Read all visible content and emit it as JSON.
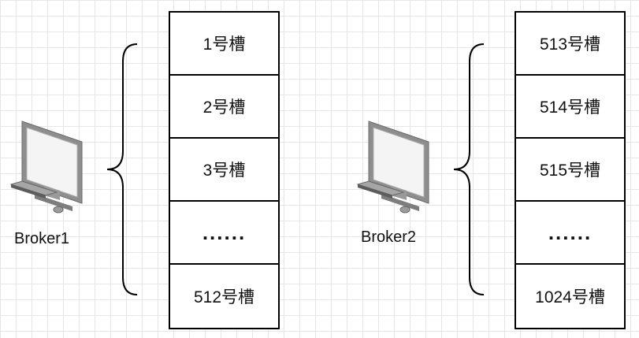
{
  "brokers": [
    {
      "label": "Broker1",
      "slots": [
        "1号槽",
        "2号槽",
        "3号槽",
        "......",
        "512号槽"
      ]
    },
    {
      "label": "Broker2",
      "slots": [
        "513号槽",
        "514号槽",
        "515号槽",
        "......",
        "1024号槽"
      ]
    }
  ],
  "icons": {
    "computer": "desktop-computer-icon",
    "brace": "curly-brace-icon"
  }
}
